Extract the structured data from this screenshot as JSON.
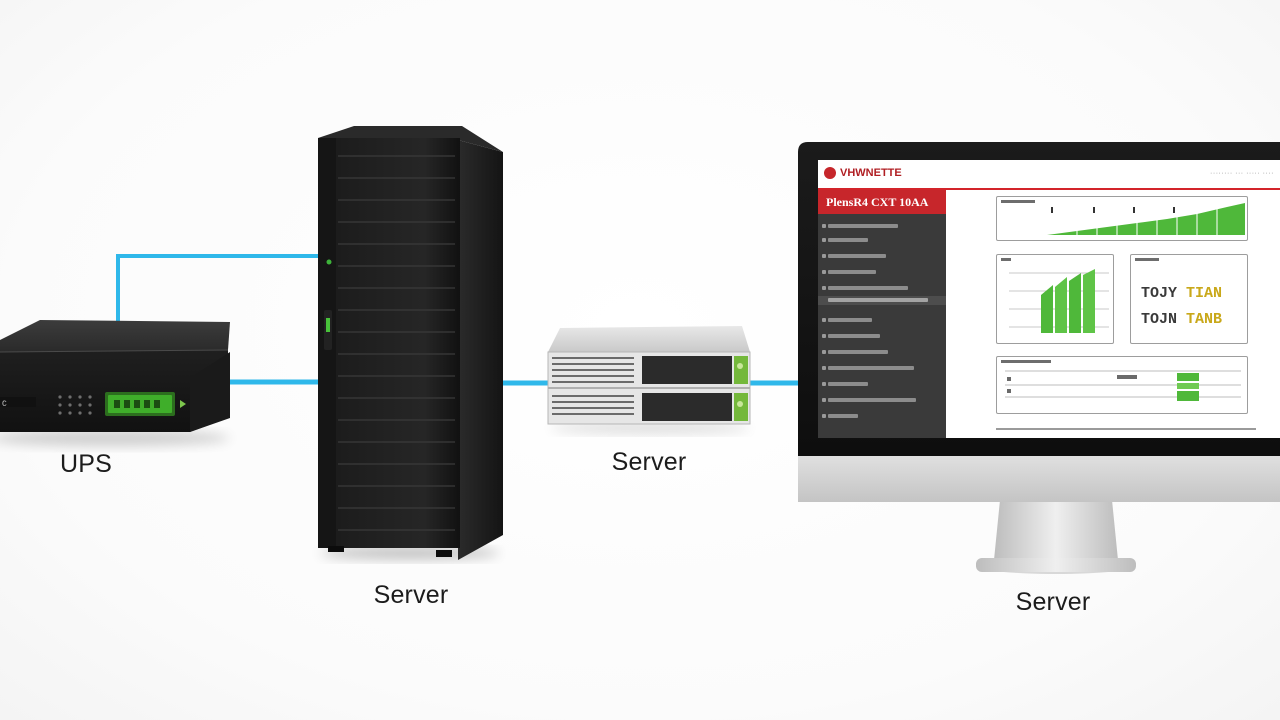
{
  "labels": {
    "ups": "UPS",
    "tower_server": "Server",
    "rack_server": "Server",
    "monitor": "Server"
  },
  "dashboard": {
    "logo_text": "VHWNETTE",
    "header_links": "········ ··· ····· ····",
    "sidebar_title": "PlensR4 CXT 10AA",
    "stat_line_1": "TOJY  TIAN",
    "stat_line_2": "TOJN  TANB"
  },
  "ups_display": "",
  "colors": {
    "cable": "#2fb8ea",
    "cable_glow": "#8fe0ff",
    "accent_red": "#c7262b",
    "chart_green": "#4fb83a",
    "stat_yellow": "#c9a81a"
  }
}
